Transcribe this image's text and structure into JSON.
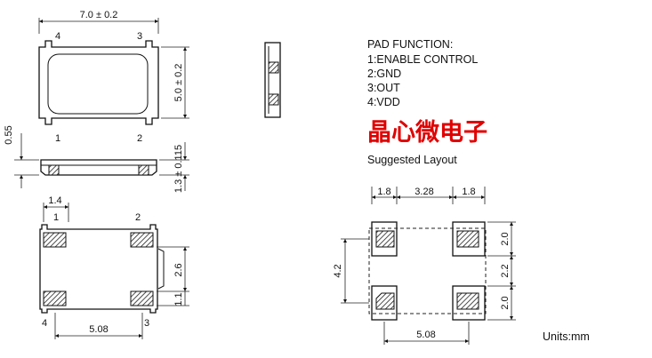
{
  "top_view": {
    "width": "7.0 ± 0.2",
    "height": "5.0 ± 0.2",
    "pins": [
      "1",
      "2",
      "3",
      "4"
    ]
  },
  "front_view": {
    "pad_height": "0.55",
    "total_height": "1.3 ± 0.115"
  },
  "bottom_view": {
    "pad_width": "1.4",
    "pitch_vertical": "2.6",
    "pad_height": "1.1",
    "pitch_horizontal": "5.08",
    "pins": [
      "1",
      "2",
      "3",
      "4"
    ]
  },
  "pad_function": {
    "title": "PAD FUNCTION:",
    "items": [
      "1:ENABLE CONTROL",
      "2:GND",
      "3:OUT",
      "4:VDD"
    ]
  },
  "brand": "晶心微电子",
  "layout": {
    "title": "Suggested Layout",
    "dims_top": [
      "1.8",
      "3.28",
      "1.8"
    ],
    "dims_right": [
      "2.0",
      "2.2",
      "2.0"
    ],
    "dim_left": "4.2",
    "dim_bottom": "5.08"
  },
  "units": "Units:mm"
}
